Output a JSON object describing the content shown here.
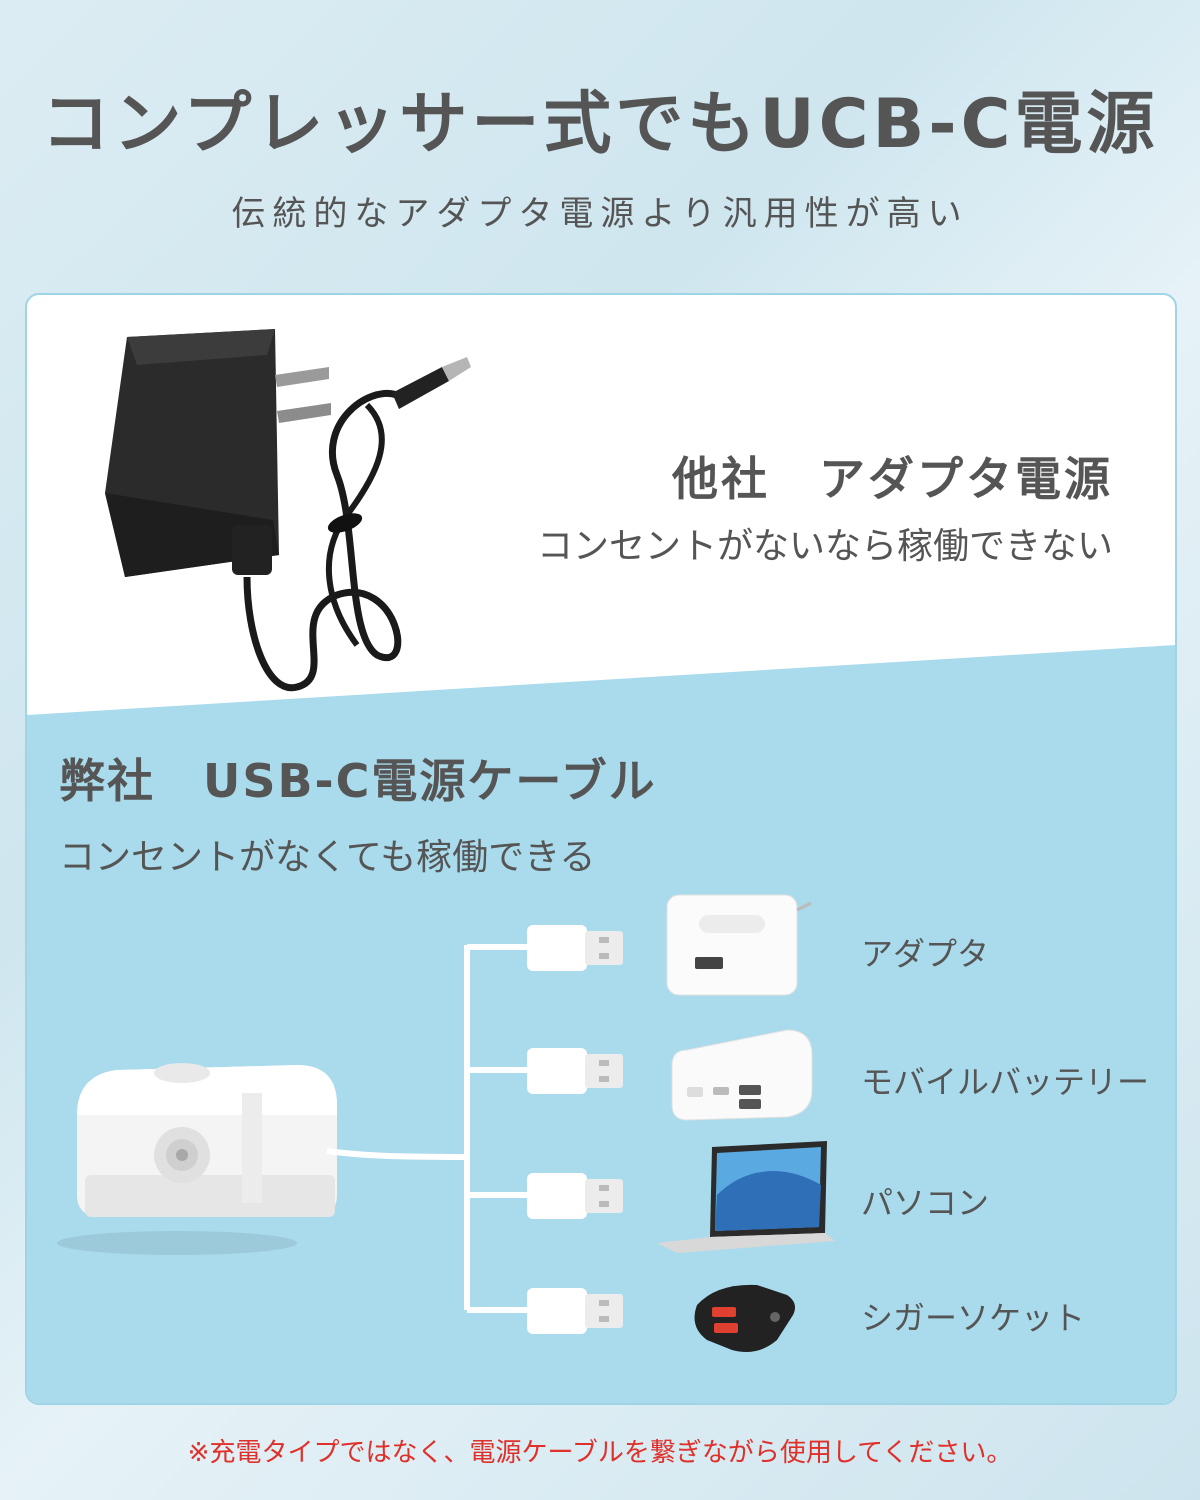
{
  "header": {
    "title": "コンプレッサー式でもUCB-C電源",
    "subtitle": "伝統的なアダプタ電源より汎用性が高い"
  },
  "other": {
    "title": "他社　アダプタ電源",
    "description": "コンセントがないなら稼働できない"
  },
  "ours": {
    "title": "弊社　USB-C電源ケーブル",
    "description": "コンセントがなくても稼働できる"
  },
  "devices": [
    {
      "label": "アダプタ",
      "icon": "usb-adapter-icon"
    },
    {
      "label": "モバイルバッテリー",
      "icon": "power-bank-icon"
    },
    {
      "label": "パソコン",
      "icon": "laptop-icon"
    },
    {
      "label": "シガーソケット",
      "icon": "car-charger-icon"
    }
  ],
  "footnote": "※充電タイプではなく、電源ケーブルを繋ぎながら使用してください。",
  "colors": {
    "accent_blue": "#a9dbec",
    "text": "#555555",
    "note_red": "#e0302a"
  }
}
